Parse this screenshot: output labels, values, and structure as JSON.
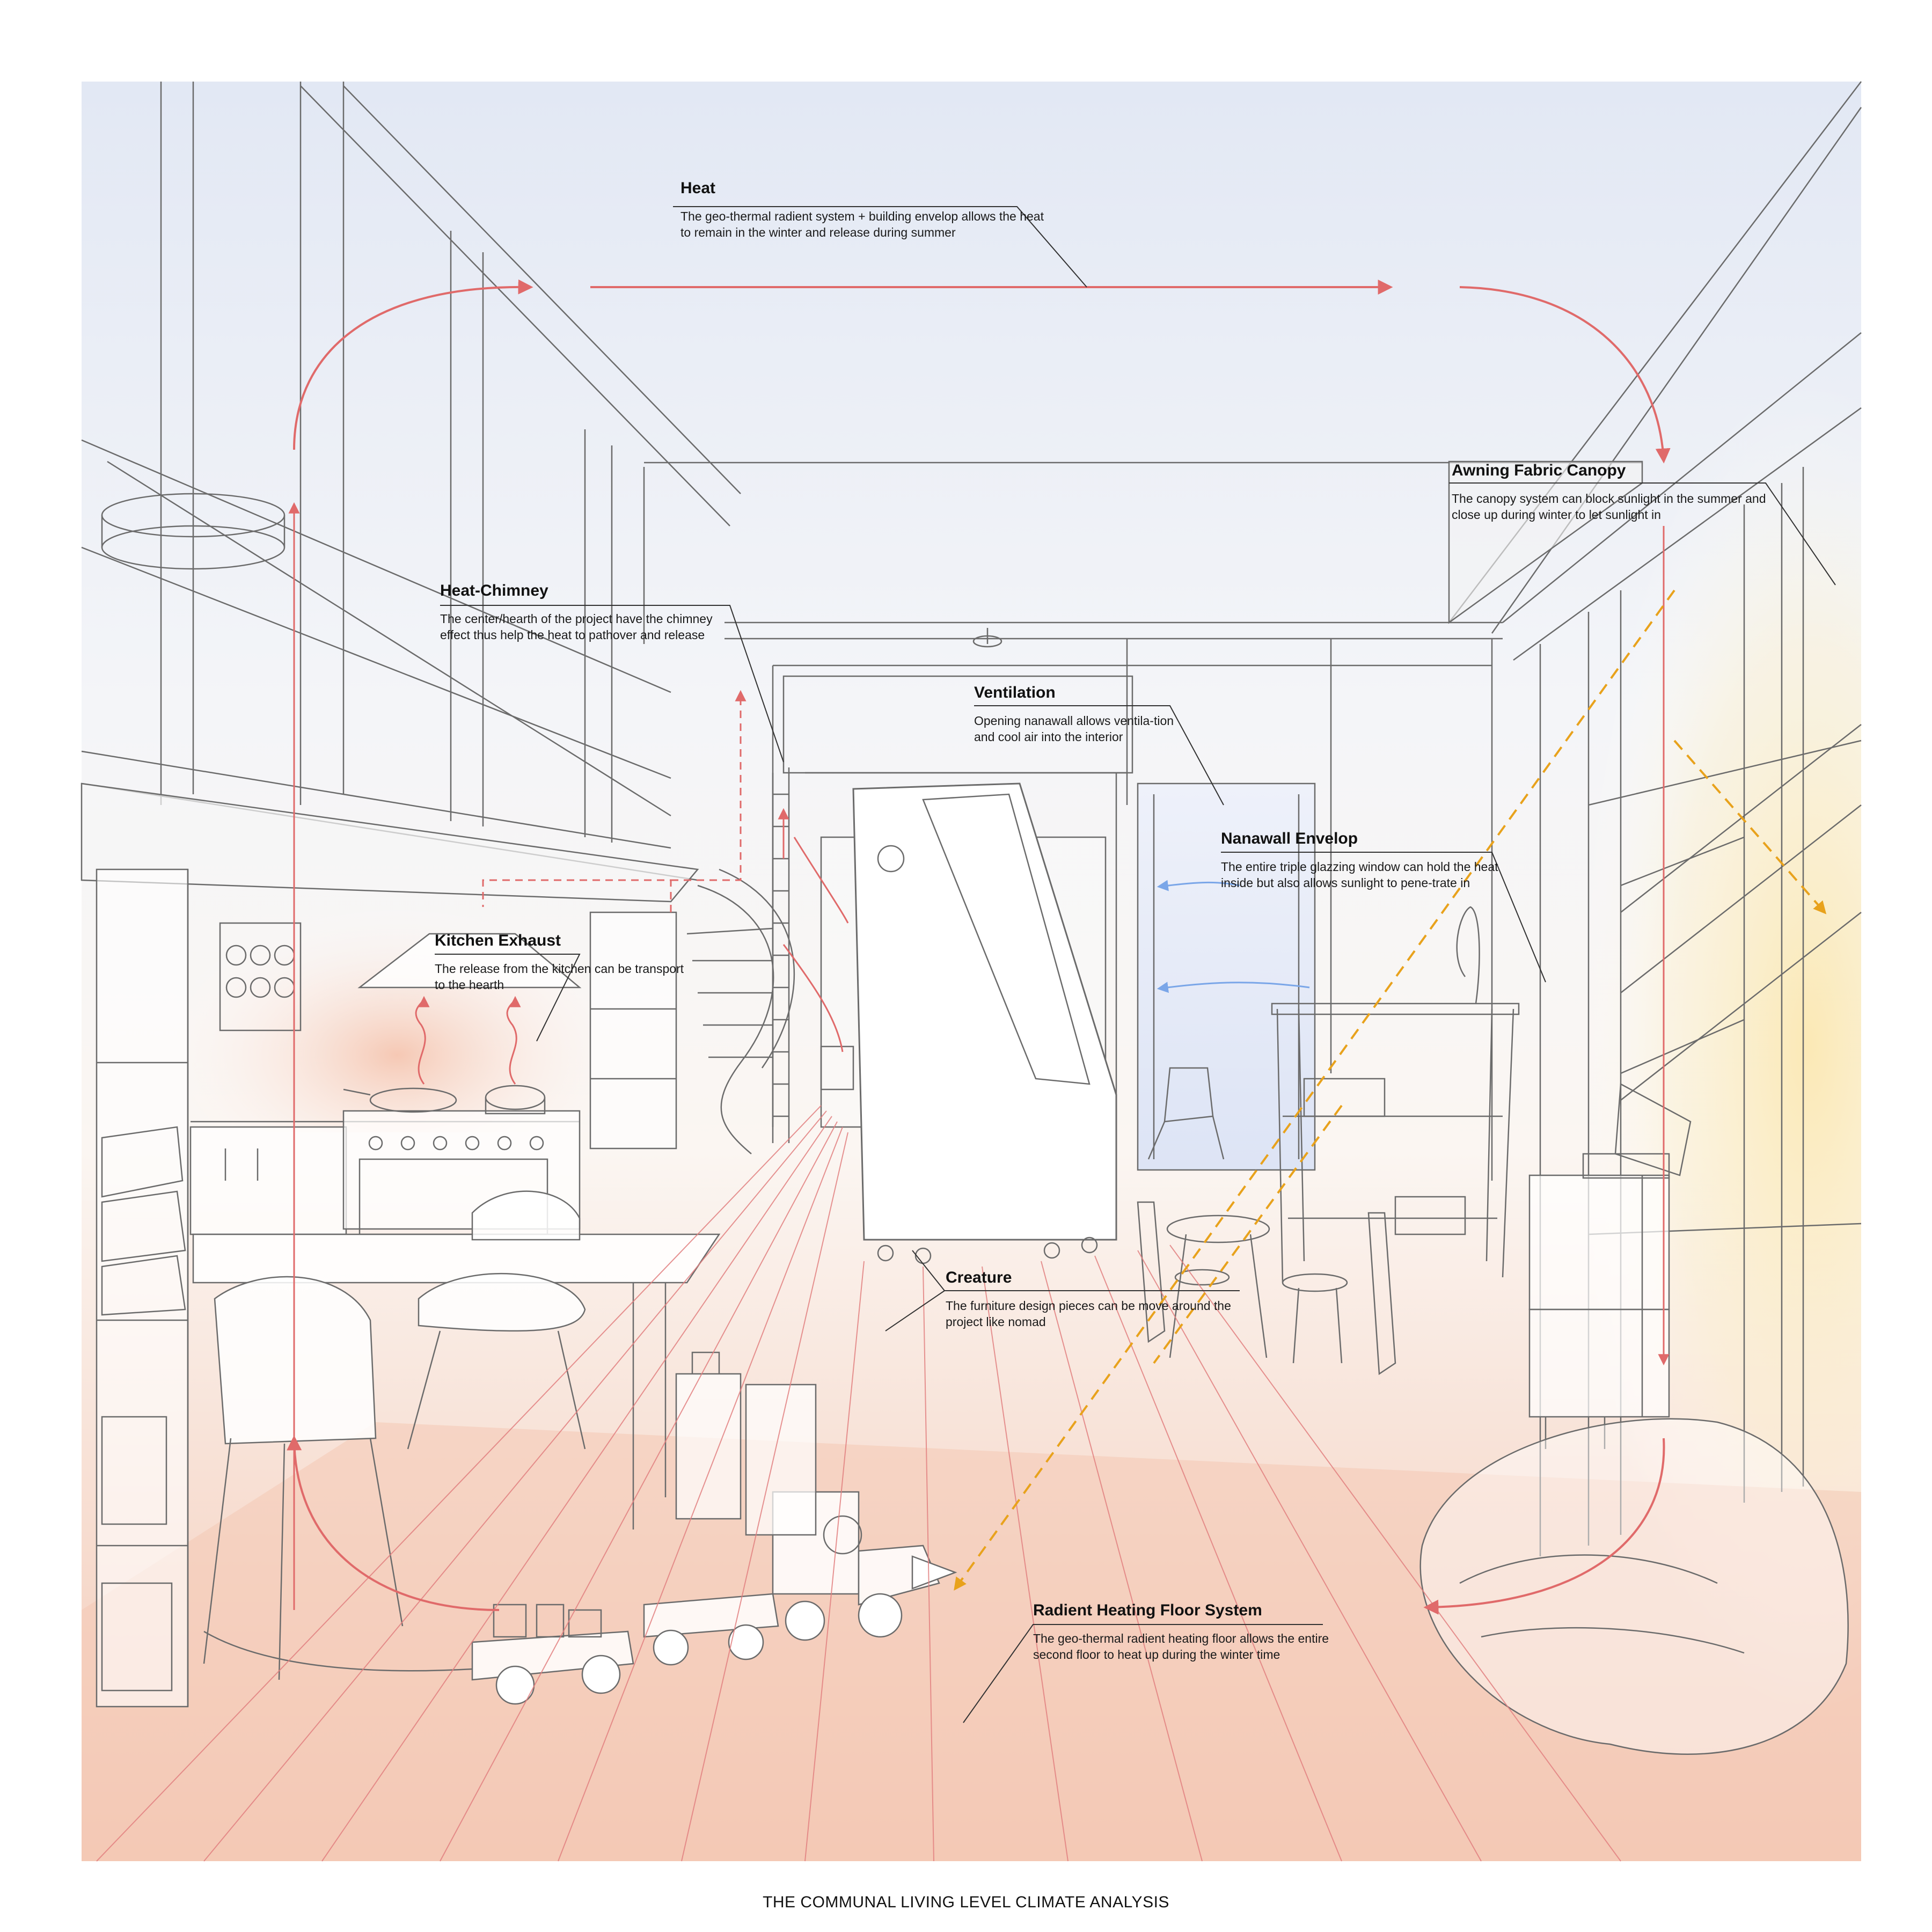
{
  "caption": "THE COMMUNAL LIVING LEVEL CLIMATE ANALYSIS",
  "colors": {
    "heat_arrow": "#e06a6a",
    "sunlight_arrow": "#e8a21c",
    "ventilation_arrow": "#7aa6e8",
    "line_art": "#6b6b6b",
    "floor_glow": "#f4c4b0",
    "sun_glow": "#fbecc0",
    "sky_tint": "#e4e9f4"
  },
  "annotations": {
    "heat": {
      "title": "Heat",
      "body": "The geo-thermal radient system + building envelop allows the heat to remain in the winter and release during summer"
    },
    "awning": {
      "title": "Awning Fabric Canopy",
      "body": "The canopy system can block sunlight in the summer and close up during winter to let sunlight in"
    },
    "chimney": {
      "title": "Heat-Chimney",
      "body": "The center/hearth of the project have the chimney effect thus help the heat to pathover and release"
    },
    "ventilation": {
      "title": "Ventilation",
      "body": "Opening nanawall allows ventila-tion and cool air into the interior"
    },
    "nanawall": {
      "title": "Nanawall Envelop",
      "body": "The entire triple glazzing window can hold the heat inside but also allows sunlight to pene-trate in"
    },
    "kitchen": {
      "title": "Kitchen Exhaust",
      "body": "The release from the kitchen can be transport to the hearth"
    },
    "creature": {
      "title": "Creature",
      "body": "The furniture design pieces can be move around the project like nomad"
    },
    "floor": {
      "title": "Radient Heating Floor System",
      "body": "The geo-thermal radient heating floor allows the entire second floor to heat up during the winter time"
    }
  }
}
